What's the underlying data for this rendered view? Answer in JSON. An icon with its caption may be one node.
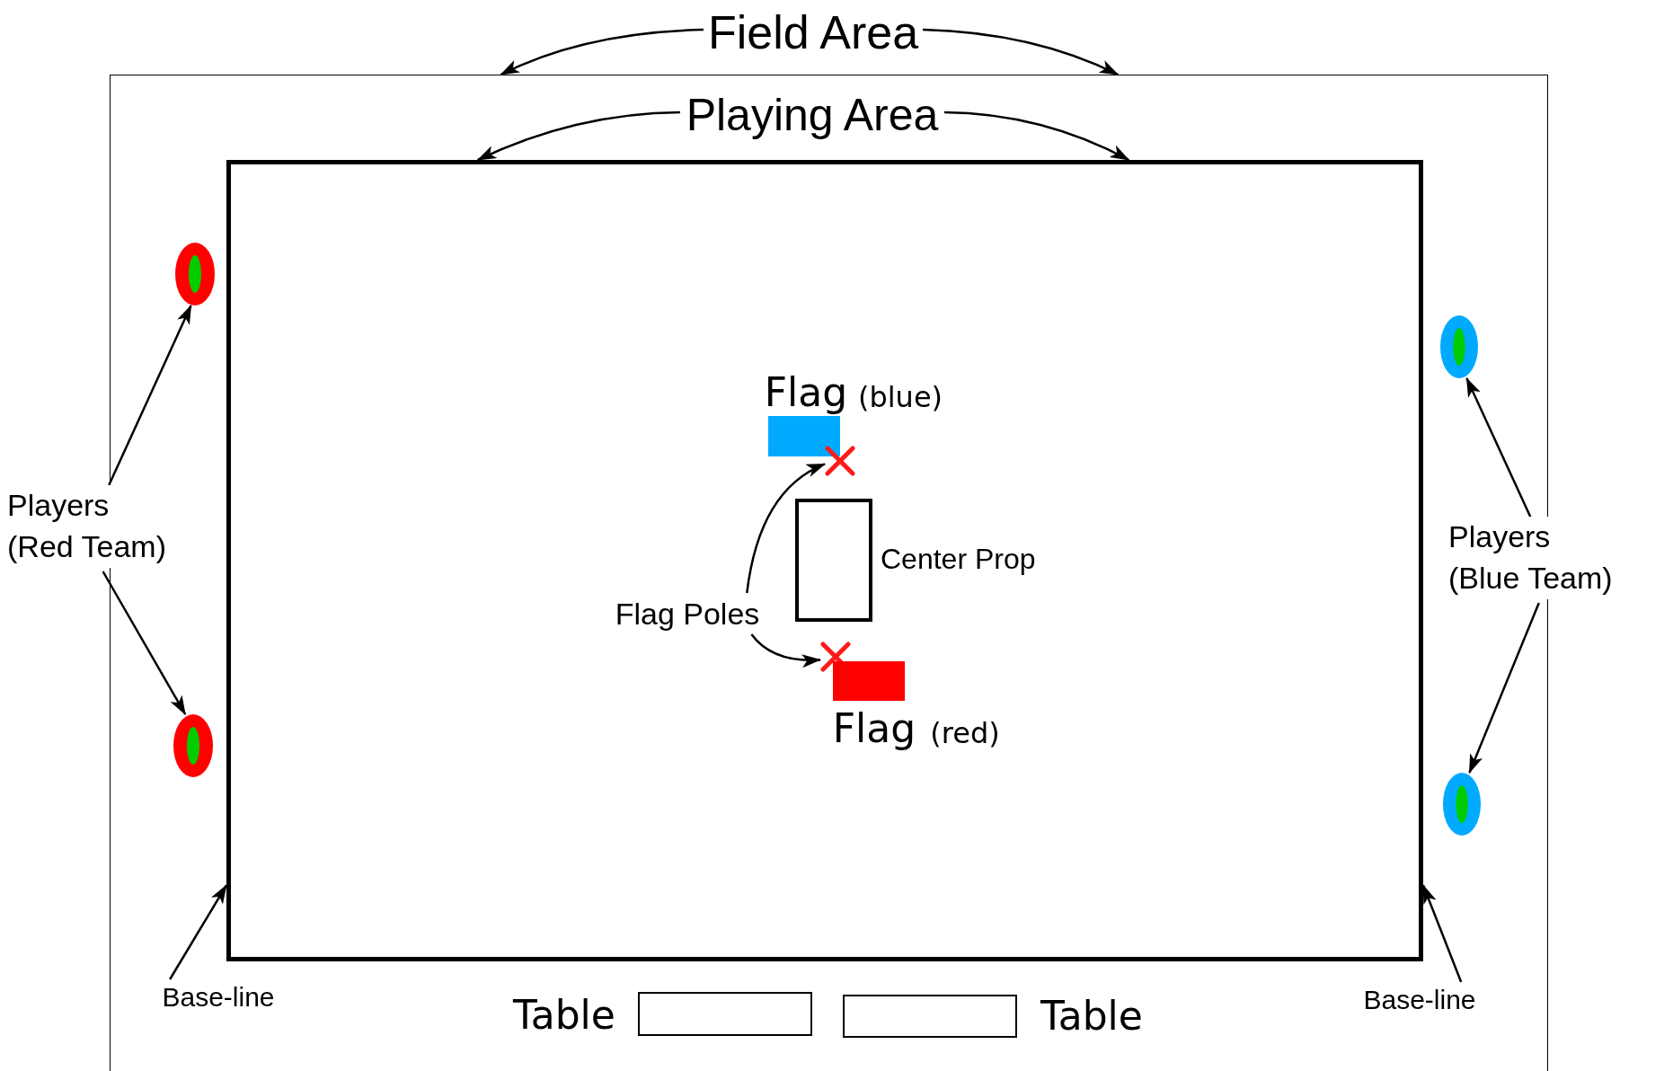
{
  "diagram": {
    "nodes": [
      {
        "text": [
          "Field Area"
        ]
      },
      {
        "text": [],
        "shape": "box"
      },
      {
        "text": [
          "Playing Area"
        ],
        "in": 1
      },
      {
        "text": [],
        "shape": "box",
        "in": 1
      },
      {
        "text": [],
        "shape": "circle",
        "in": 1
      },
      {
        "text": [
          "Players (Red Team)"
        ]
      },
      {
        "text": [],
        "shape": "circle",
        "in": 1
      },
      {
        "text": [],
        "shape": "circle",
        "in": 1
      },
      {
        "text": [
          "Players (Blue Team)"
        ]
      },
      {
        "text": [],
        "shape": "circle",
        "in": 1
      },
      {
        "text": [
          "Flag",
          "(blue)"
        ],
        "in": 3
      },
      {
        "text": [],
        "shape": "cross",
        "in": 3
      },
      {
        "text": [],
        "shape": "box",
        "beside": [
          "Center Prop"
        ],
        "in": 3
      },
      {
        "text": [
          "Flag Poles"
        ],
        "in": 3
      },
      {
        "text": [],
        "shape": "cross",
        "in": 3
      },
      {
        "text": [
          "Flag",
          "(red)"
        ],
        "in": 3
      },
      {
        "text": [
          "Base-line"
        ],
        "in": 1
      },
      {
        "text": [
          "Base-line"
        ],
        "in": 1
      },
      {
        "text": [],
        "shape": "box",
        "beside": [
          "Table"
        ],
        "in": 1
      },
      {
        "text": [],
        "shape": "box",
        "beside": [
          "Table"
        ],
        "in": 1
      }
    ],
    "edges": [
      {
        "from": 0,
        "to": 1,
        "arrow": "to"
      },
      {
        "from": 0,
        "to": 1,
        "arrow": "to"
      },
      {
        "from": 2,
        "to": 3,
        "arrow": "to"
      },
      {
        "from": 2,
        "to": 3,
        "arrow": "to"
      },
      {
        "from": 5,
        "to": 4,
        "arrow": "to"
      },
      {
        "from": 5,
        "to": 6,
        "arrow": "to"
      },
      {
        "from": 8,
        "to": 7,
        "arrow": "to"
      },
      {
        "from": 8,
        "to": 9,
        "arrow": "to"
      },
      {
        "from": 13,
        "to": 11,
        "arrow": "to"
      },
      {
        "from": 13,
        "to": 14,
        "arrow": "to"
      },
      {
        "from": 16,
        "to": 3,
        "arrow": "to"
      },
      {
        "from": 17,
        "to": 3,
        "arrow": "to"
      }
    ]
  }
}
